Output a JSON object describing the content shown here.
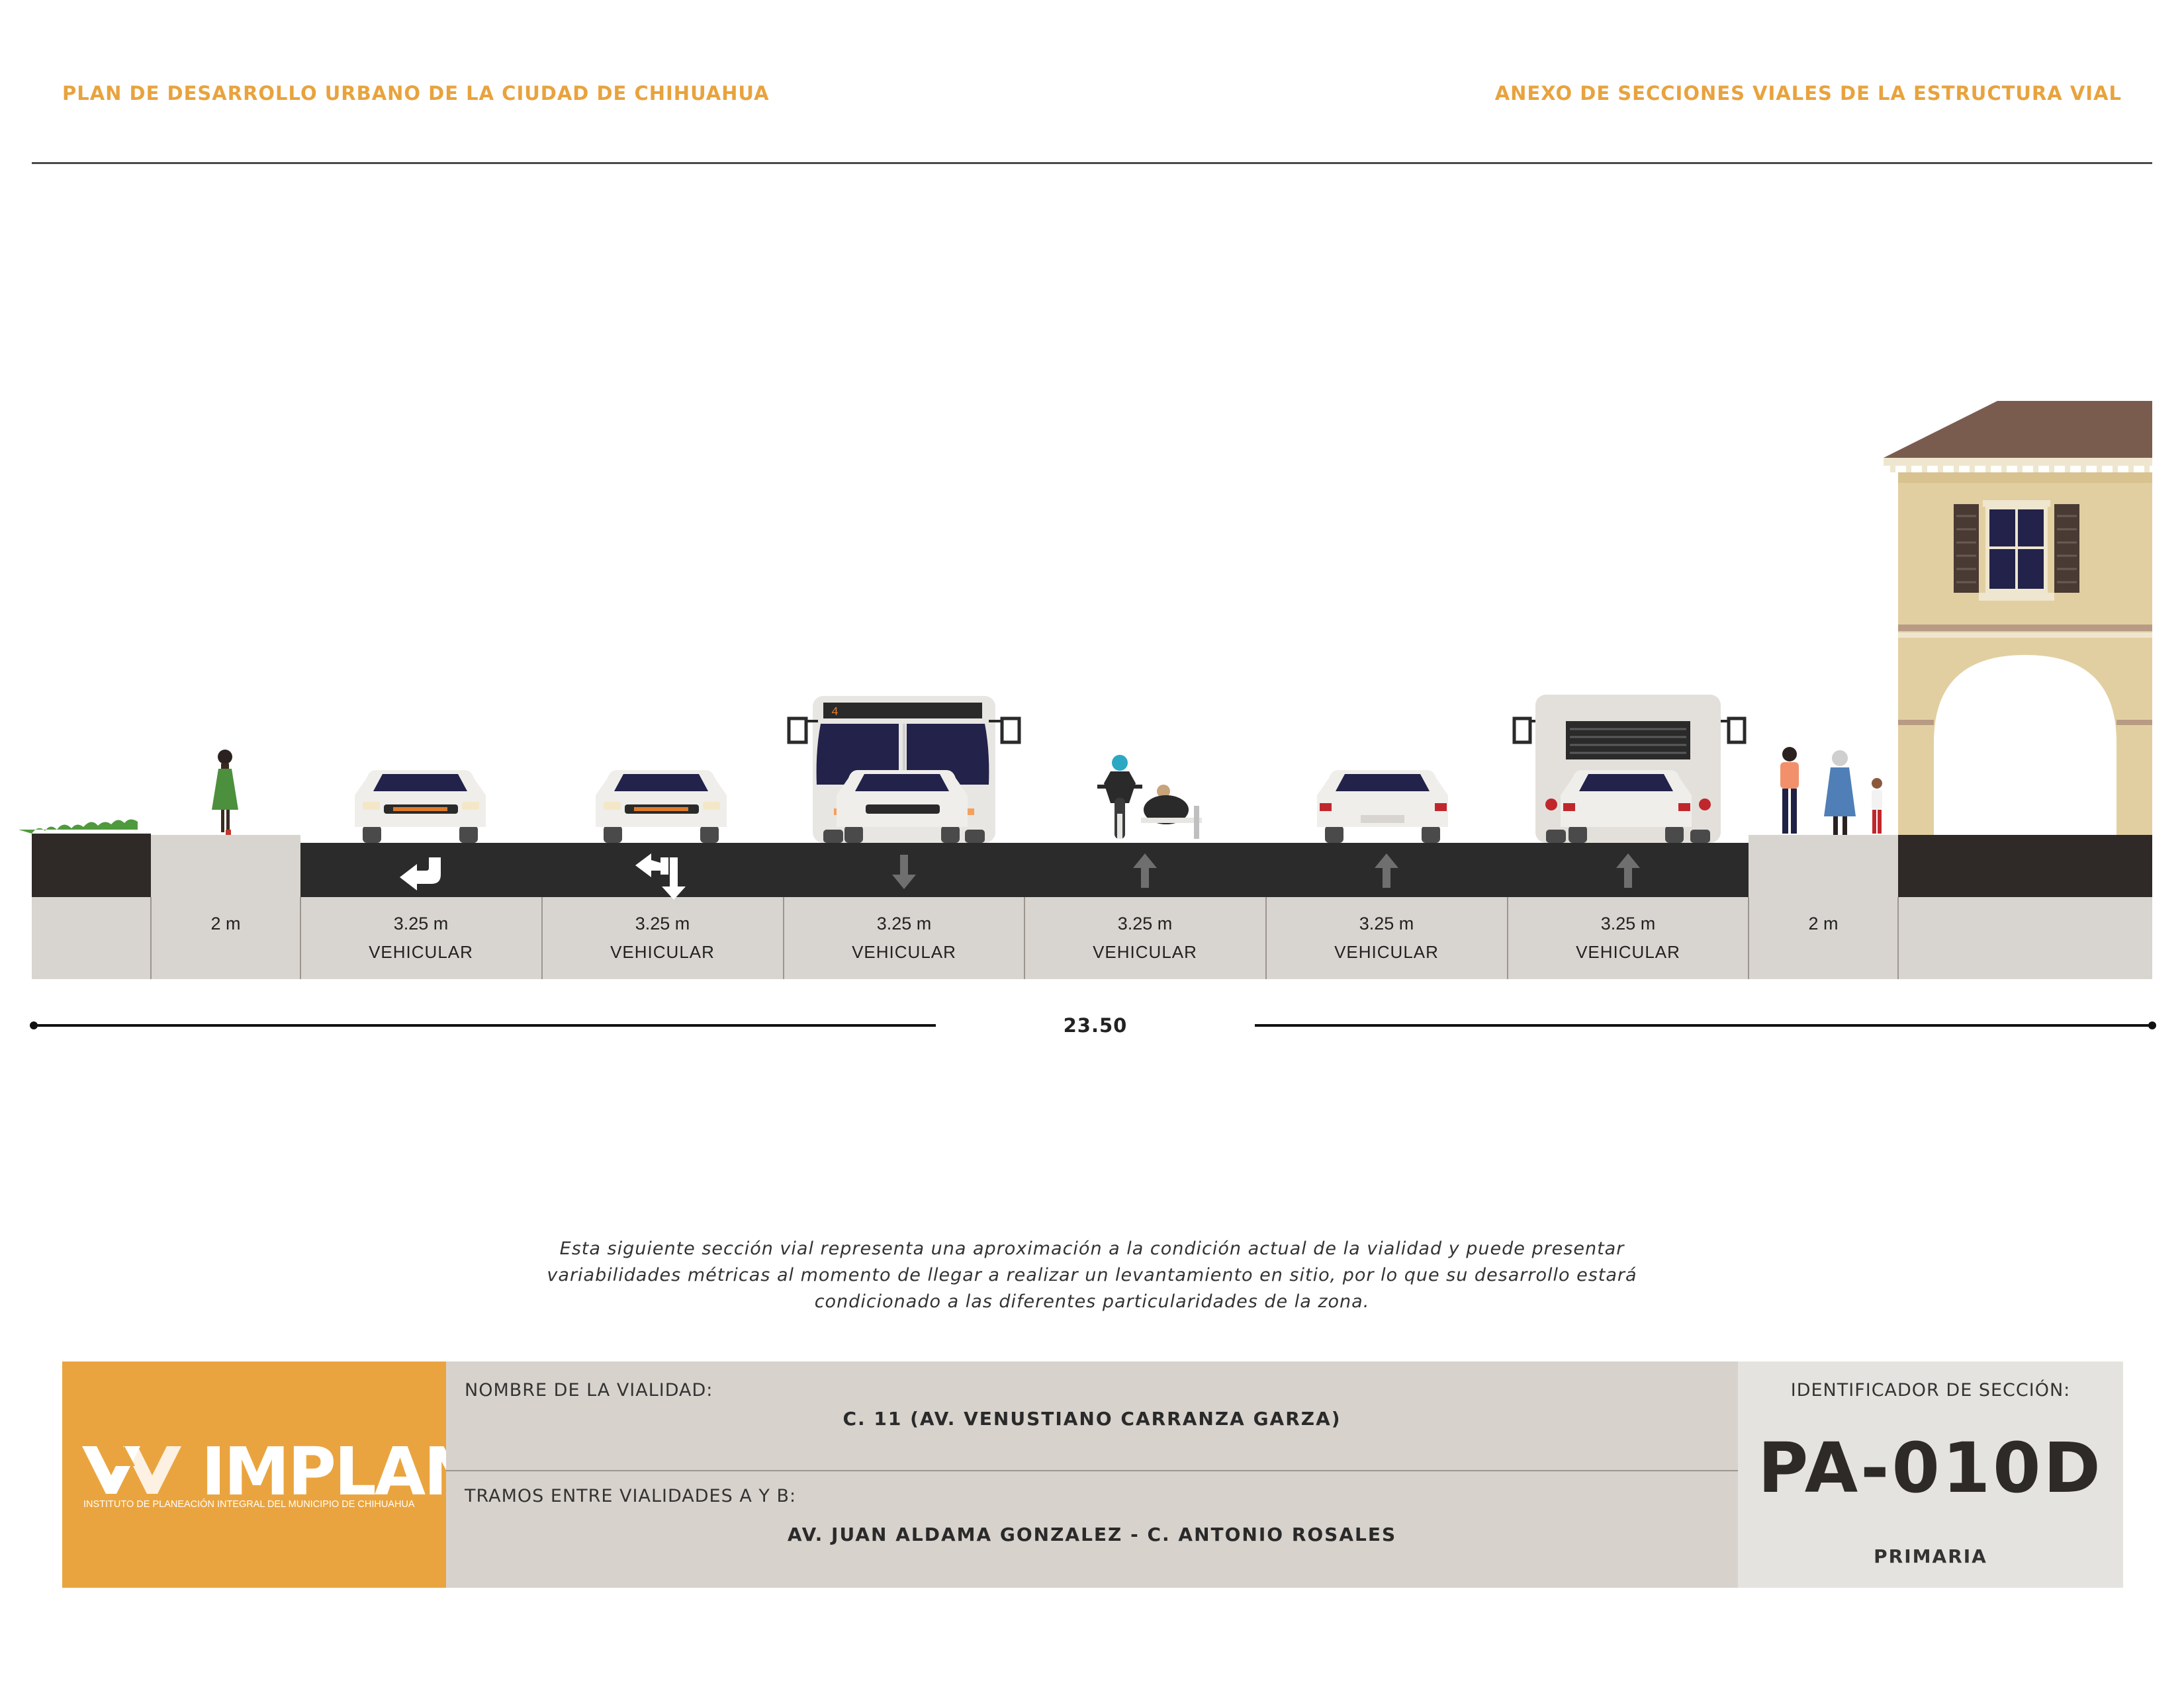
{
  "header": {
    "left_title": "PLAN DE DESARROLLO URBANO DE LA CIUDAD DE CHIHUAHUA",
    "right_title": "ANEXO DE SECCIONES VIALES DE LA ESTRUCTURA VIAL"
  },
  "section": {
    "segments": [
      {
        "width": "",
        "use": ""
      },
      {
        "width": "2 m",
        "use": ""
      },
      {
        "width": "3.25 m",
        "use": "VEHICULAR",
        "arrow": "turn-left-icon"
      },
      {
        "width": "3.25 m",
        "use": "VEHICULAR",
        "arrow": "left-or-straight-icon"
      },
      {
        "width": "3.25 m",
        "use": "VEHICULAR",
        "arrow": "arrow-down-icon"
      },
      {
        "width": "3.25 m",
        "use": "VEHICULAR",
        "arrow": "arrow-up-icon"
      },
      {
        "width": "3.25 m",
        "use": "VEHICULAR",
        "arrow": "arrow-up-icon"
      },
      {
        "width": "3.25 m",
        "use": "VEHICULAR",
        "arrow": "arrow-up-icon"
      },
      {
        "width": "2 m",
        "use": ""
      },
      {
        "width": "",
        "use": ""
      }
    ],
    "total_width": "23.50",
    "bus_route_number": "4"
  },
  "note": {
    "line1": "Esta siguiente sección vial representa una aproximación a la condición actual de la vialidad y puede presentar",
    "line2": "variabilidades métricas al momento de llegar a realizar un levantamiento en sitio, por lo que su desarrollo estará",
    "line3": "condicionado a las diferentes particularidades de la zona."
  },
  "title_block": {
    "logo_word": "IMPLAN",
    "logo_subtitle": "INSTITUTO DE PLANEACIÓN INTEGRAL DEL MUNICIPIO DE CHIHUAHUA",
    "road_name_label": "NOMBRE DE LA VIALIDAD:",
    "road_name": "C. 11 (AV. VENUSTIANO CARRANZA GARZA)",
    "segment_label": "TRAMOS ENTRE VIALIDADES A Y B:",
    "segment_value": "AV. JUAN ALDAMA GONZALEZ - C. ANTONIO ROSALES",
    "id_label": "IDENTIFICADOR DE SECCIÓN:",
    "id_code": "PA-010D",
    "classification": "PRIMARIA"
  },
  "colors": {
    "accent": "#eaa43f",
    "asphalt": "#2a2b2a",
    "sidewalk": "#d8d4cf",
    "facade": "#e2cfa1",
    "roof": "#7a5c4f"
  }
}
